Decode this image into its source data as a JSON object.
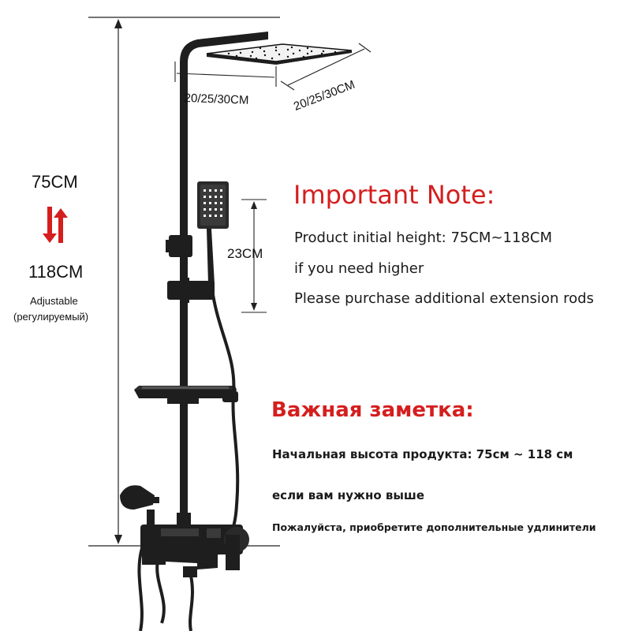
{
  "dimensions": {
    "height_min": "75CM",
    "height_max": "118CM",
    "adjustable_en": "Adjustable",
    "adjustable_ru": "(регулируемый)",
    "handheld_range": "23CM",
    "head_size_left": "20/25/30CM",
    "head_size_right": "20/25/30CM"
  },
  "note_en": {
    "title": "Important Note:",
    "lines": [
      "Product initial height: 75CM~118CM",
      "if you need higher",
      "Please purchase additional extension rods"
    ]
  },
  "note_ru": {
    "title": "Важная заметка:",
    "lines": [
      "Начальная высота продукта: 75см ~ 118 см",
      "если вам нужно выше",
      "Пожалуйста, приобретите дополнительные удлинители"
    ]
  },
  "colors": {
    "accent_red": "#d51e1e",
    "product_black": "#1e1e1e"
  },
  "icons": {
    "adjust_arrows": "up-down-red-arrows-icon"
  }
}
